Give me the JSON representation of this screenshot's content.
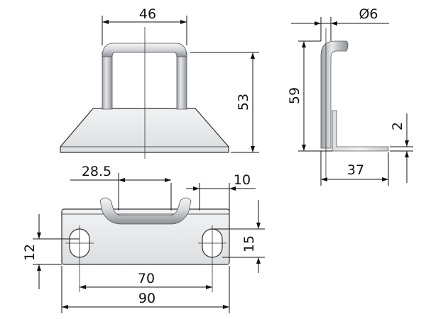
{
  "drawing": {
    "front_view": {
      "width_label": "46",
      "height_label": "53"
    },
    "side_view": {
      "diameter_label": "Ø6",
      "height_label": "59",
      "thickness_label": "2",
      "depth_label": "37"
    },
    "top_view": {
      "pitch_label": "28.5",
      "edge_label": "10",
      "slot_width_label": "12",
      "slot_length_label": "15",
      "hole_spacing_label": "70",
      "overall_width_label": "90"
    }
  },
  "colors": {
    "line": "#111111",
    "metal_light": "#e9ebed",
    "metal_mid": "#c3c6ca",
    "metal_dark": "#8b8f94",
    "background": "#ffffff"
  }
}
